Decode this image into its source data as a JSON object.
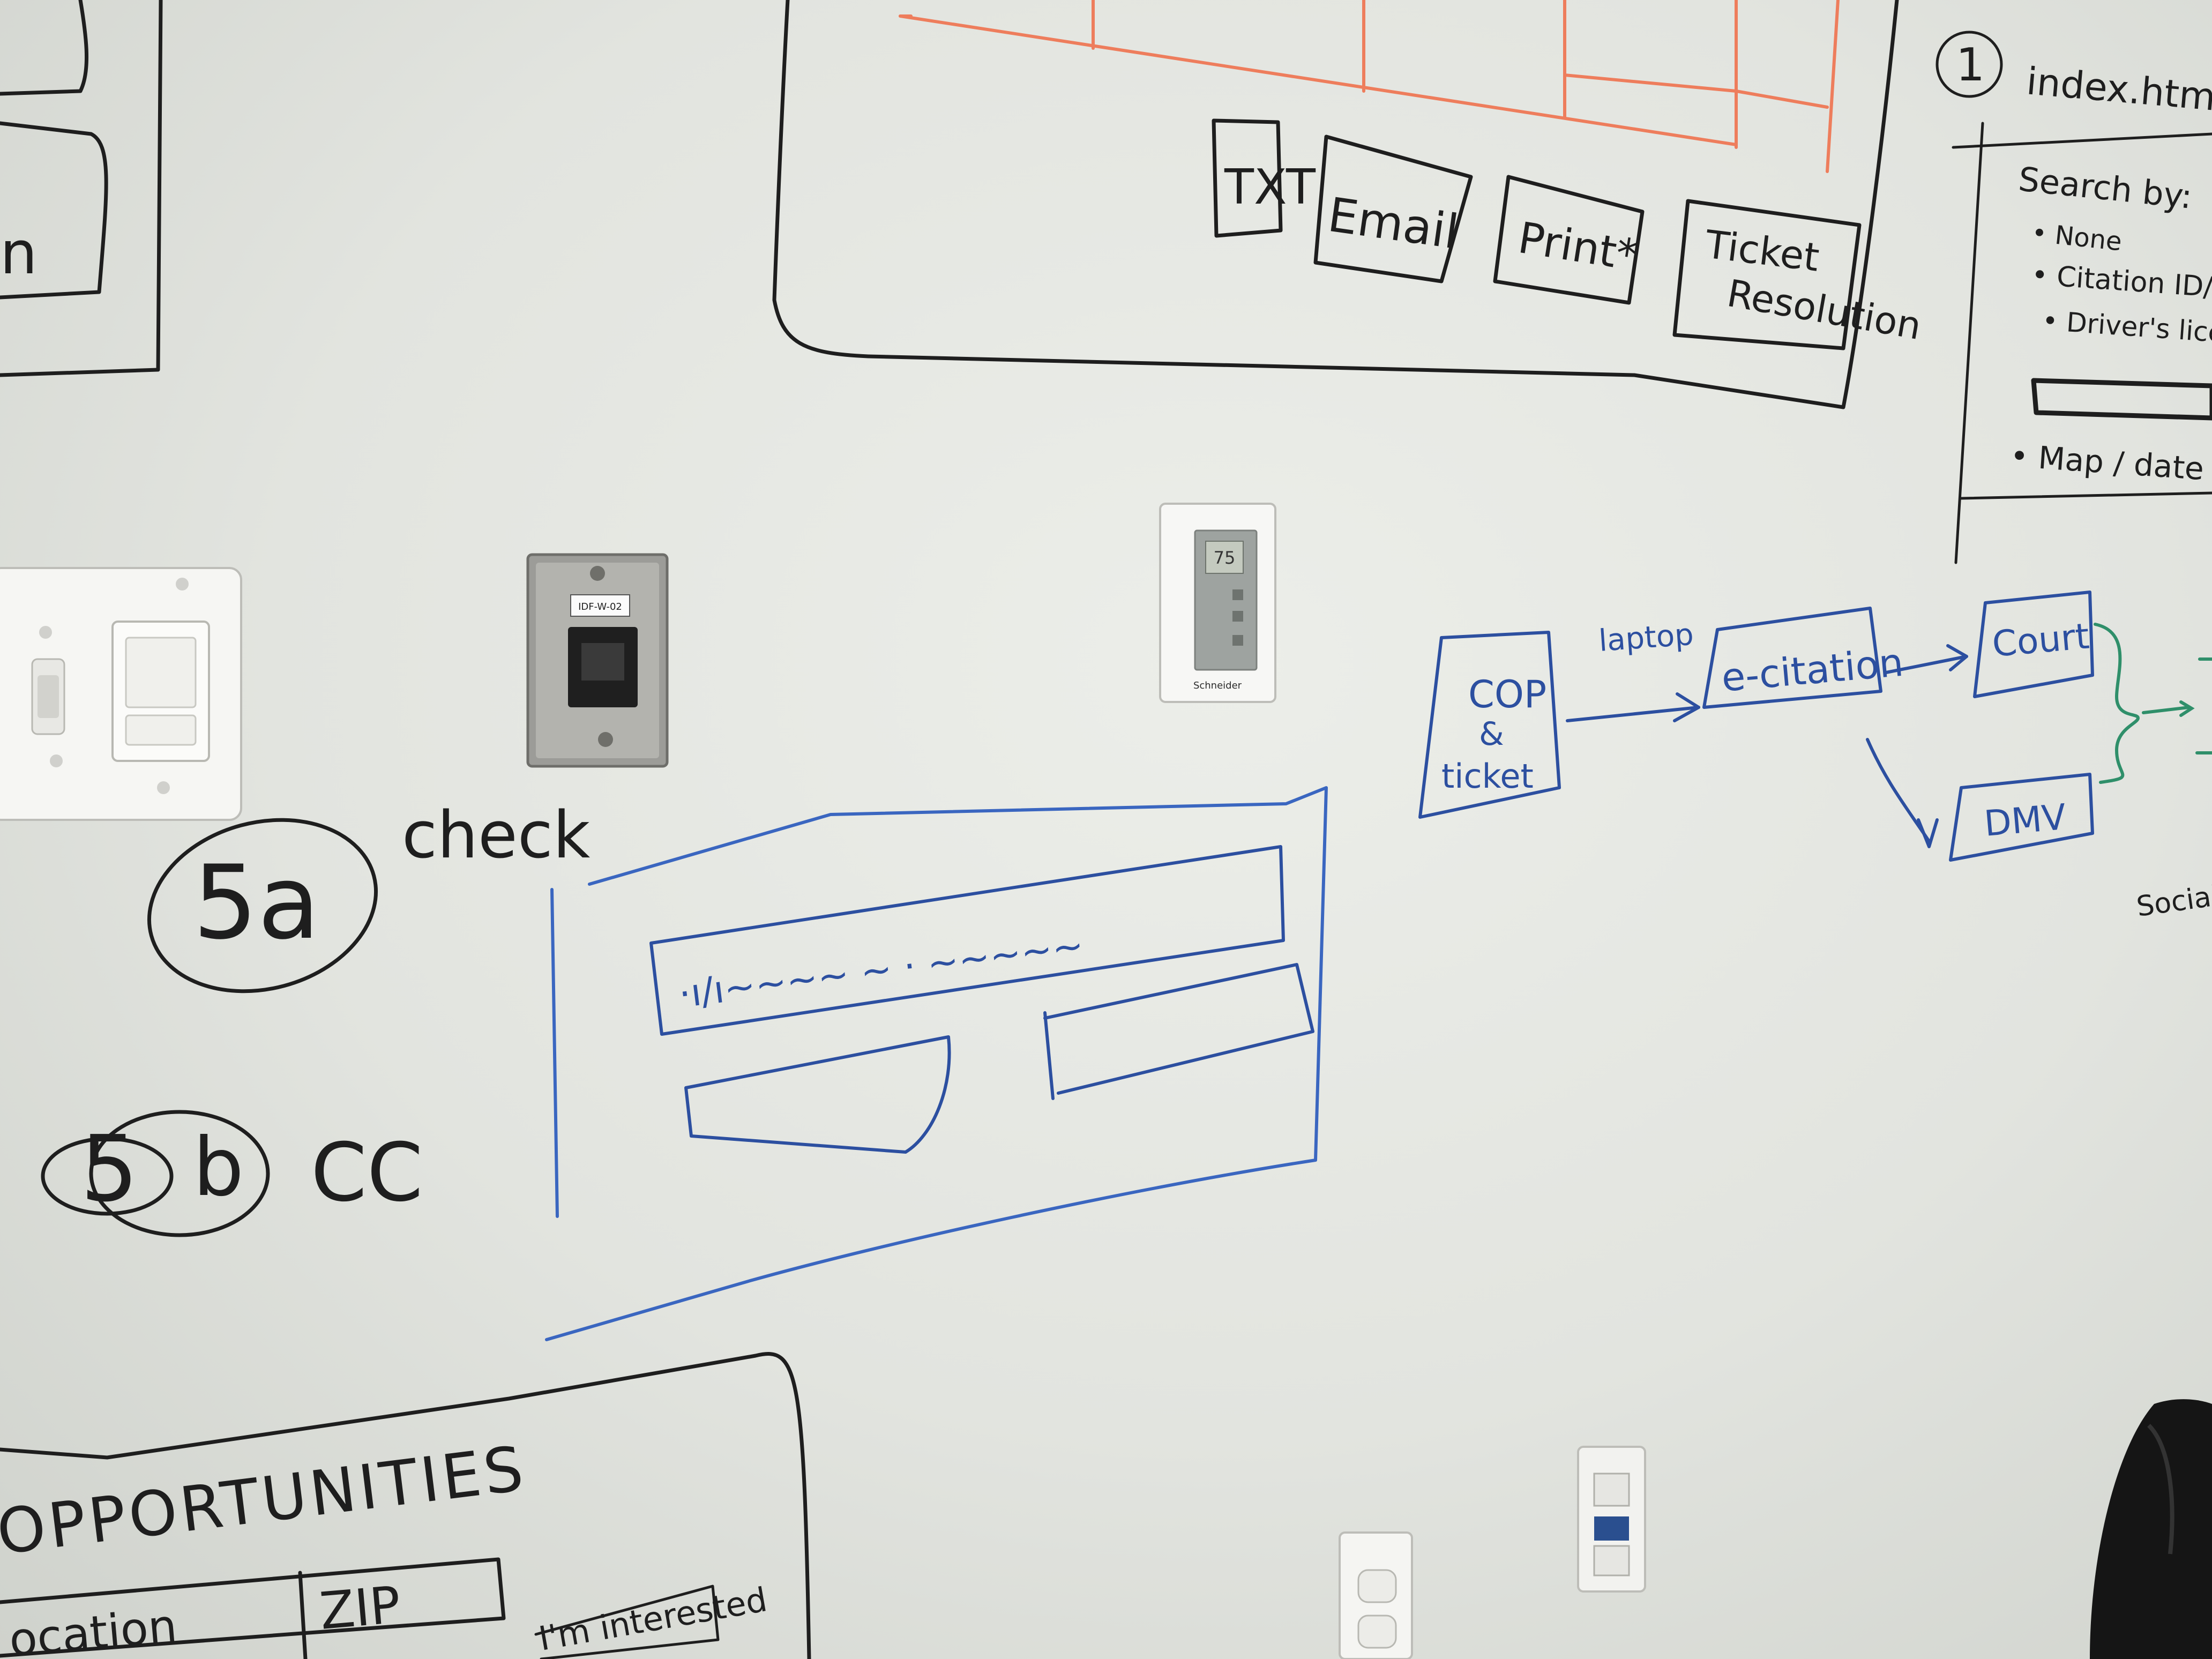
{
  "mockup_top": {
    "buttons": [
      "TXT",
      "Email",
      "Print*",
      "Ticket",
      "Resolution"
    ]
  },
  "index_panel": {
    "step": "1",
    "filename": "index.htm",
    "search_by": "Search by:",
    "options": [
      "• None",
      "• Citation ID/ Ticket",
      "• Driver's license #",
      "• Map / date"
    ]
  },
  "flow": {
    "cop": "COP",
    "amp": "&",
    "ticket": "ticket",
    "arrow_label": "laptop",
    "ecitation": "e-citation",
    "court": "Court",
    "dmv": "DMV",
    "social": "Social"
  },
  "steps": {
    "step_5a": "5a",
    "step_5a_note": "check",
    "step_5b_num": "5",
    "step_5b_letter": "b",
    "step_5b_note": "CC"
  },
  "wall_plate": {
    "label": "IDF-W-02"
  },
  "thermostat": {
    "reading": "75",
    "brand": "Schneider"
  },
  "bottom_panel": {
    "title": "OPPORTUNITIES",
    "col_location": "ocation",
    "col_zip": "ZIP",
    "interested": "I'm interested"
  }
}
